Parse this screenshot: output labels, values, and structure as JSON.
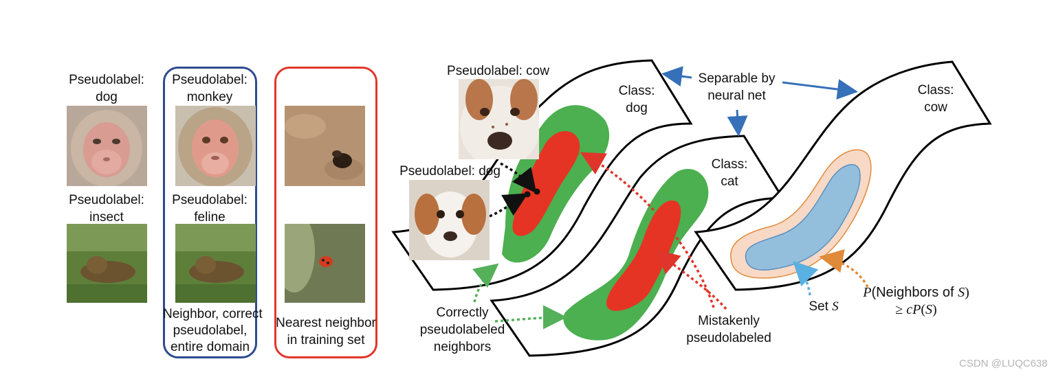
{
  "left_panel": {
    "col1": {
      "label_top": [
        "Pseudolabel:",
        "dog"
      ],
      "label_bottom": [
        "Pseudolabel:",
        "insect"
      ]
    },
    "col2": {
      "label_top": [
        "Pseudolabel:",
        "monkey"
      ],
      "label_bottom": [
        "Pseudolabel:",
        "feline"
      ],
      "caption": [
        "Neighbor, correct",
        "pseudolabel,",
        "entire domain"
      ],
      "border_color": "#2e4b8f"
    },
    "col3": {
      "caption": [
        "Nearest neighbor",
        "in training set"
      ],
      "border_color": "#e2352b"
    }
  },
  "right_panel": {
    "pseudolabel_cow": "Pseudolabel: cow",
    "pseudolabel_dog": "Pseudolabel: dog",
    "class_dog": [
      "Class:",
      "dog"
    ],
    "class_cat": [
      "Class:",
      "cat"
    ],
    "class_cow": [
      "Class:",
      "cow"
    ],
    "separable": [
      "Separable by",
      "neural net"
    ],
    "correct_neighbors": [
      "Correctly",
      "pseudolabeled",
      "neighbors"
    ],
    "mistaken": [
      "Mistakenly",
      "pseudolabeled"
    ],
    "set_s": {
      "prefix": "Set ",
      "var": "S"
    },
    "neighbors_formula": {
      "line1_var": "P",
      "line1_text": "(Neighbors of ",
      "line1_var2": "S",
      "line1_close": ")",
      "line2_prefix": "≥ ",
      "line2_var": "cP",
      "line2_paren": "(",
      "line2_var2": "S",
      "line2_close": ")"
    },
    "colors": {
      "green": "#4caf50",
      "red": "#e53423",
      "blue_fill": "#93bfdc",
      "orange_fill": "#f8d9c6",
      "arrow_blue": "#3570b8",
      "dot_green": "#55b05a",
      "dot_red": "#e0352b",
      "dot_orange": "#e08a3a",
      "dot_lightblue": "#5ab0e0"
    }
  },
  "watermark": "CSDN @LUQC638"
}
